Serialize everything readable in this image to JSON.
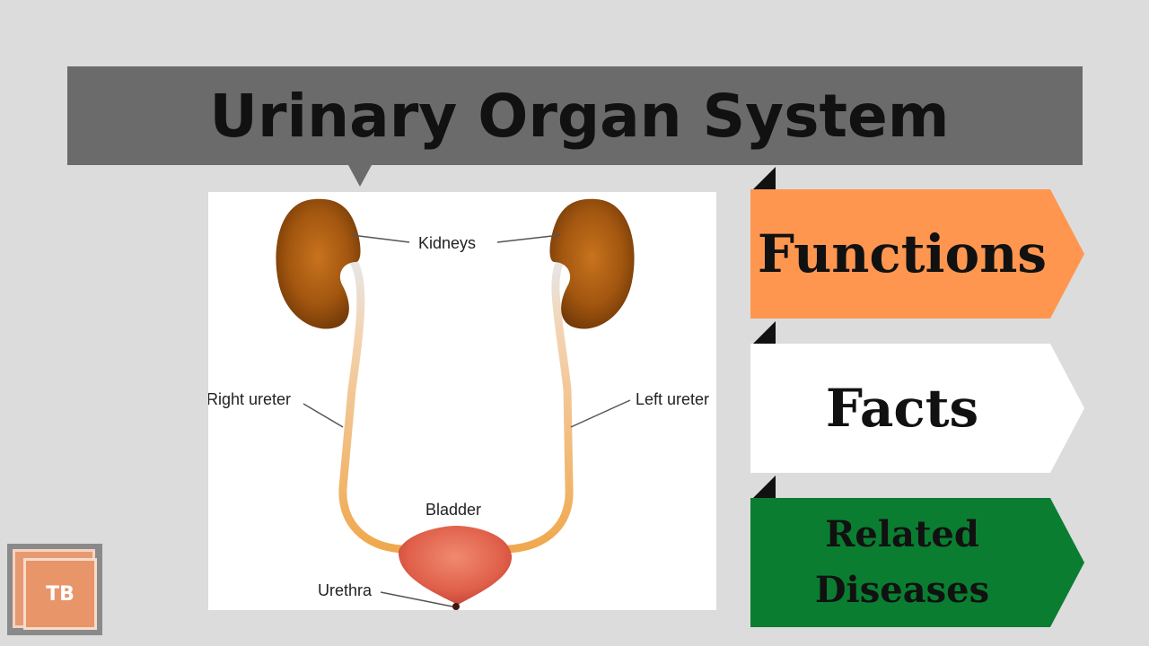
{
  "title": "Urinary Organ System",
  "diagram": {
    "labels": {
      "kidneys": "Kidneys",
      "right_ureter": "Right ureter",
      "left_ureter": "Left ureter",
      "bladder": "Bladder",
      "urethra": "Urethra"
    }
  },
  "tabs": [
    {
      "label": "Functions",
      "color": "#ff9650"
    },
    {
      "label": "Facts",
      "color": "#ffffff"
    },
    {
      "label_line1": "Related",
      "label_line2": "Diseases",
      "color": "#0a7d31"
    }
  ],
  "logo": {
    "text": "TB"
  }
}
